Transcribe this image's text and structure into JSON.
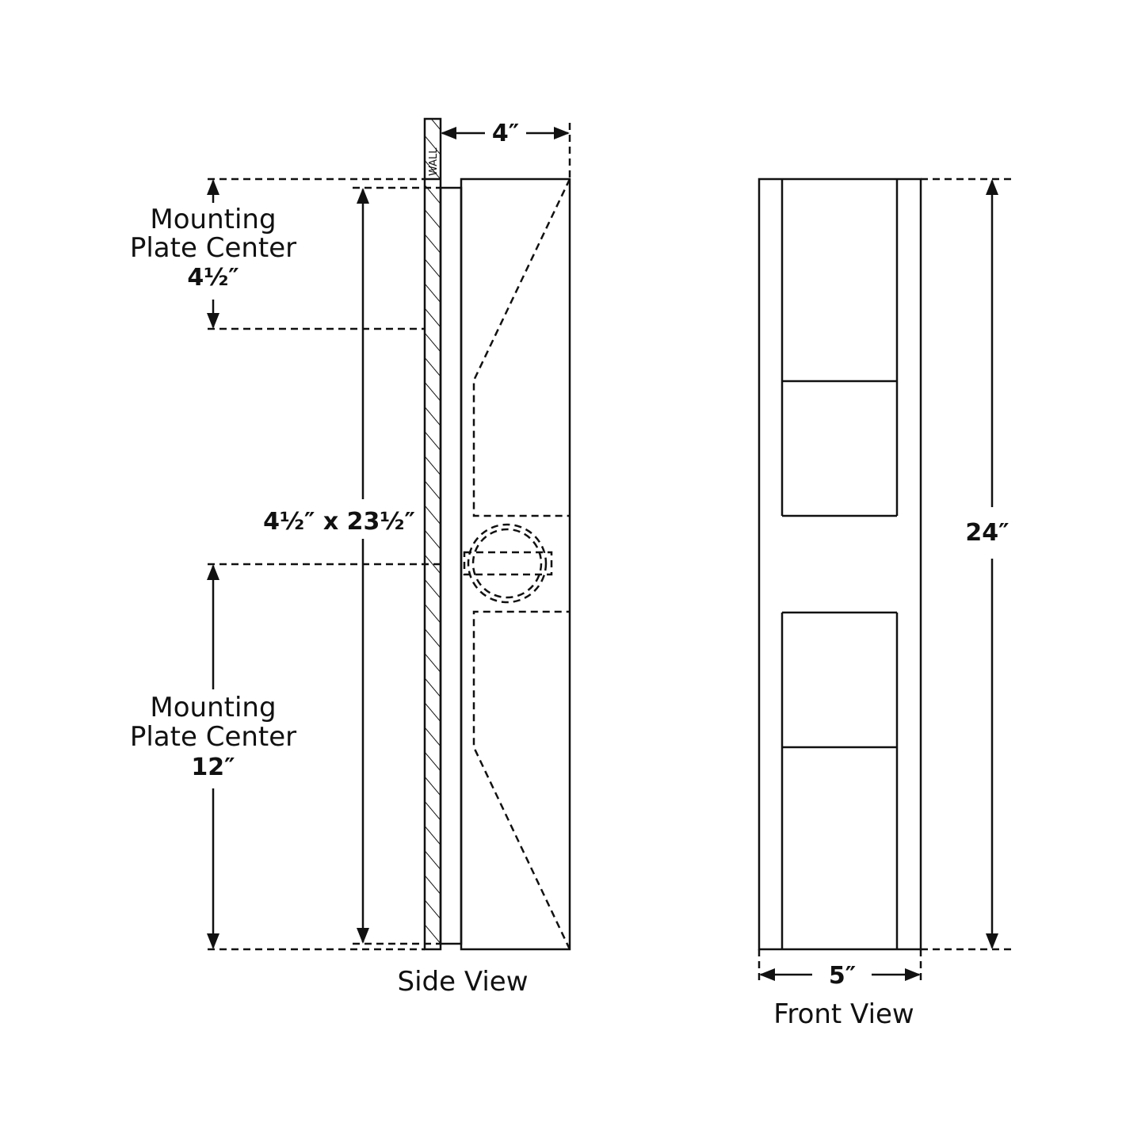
{
  "side_view": {
    "title": "Side View",
    "wall_label": "WALL",
    "depth_dim": "4″",
    "plate_label": "4½″ x 23½″",
    "upper_center": {
      "line1": "Mounting",
      "line2": "Plate Center",
      "value": "4½″"
    },
    "lower_center": {
      "line1": "Mounting",
      "line2": "Plate Center",
      "value": "12″"
    }
  },
  "front_view": {
    "title": "Front View",
    "width_dim": "5″",
    "height_dim": "24″"
  }
}
